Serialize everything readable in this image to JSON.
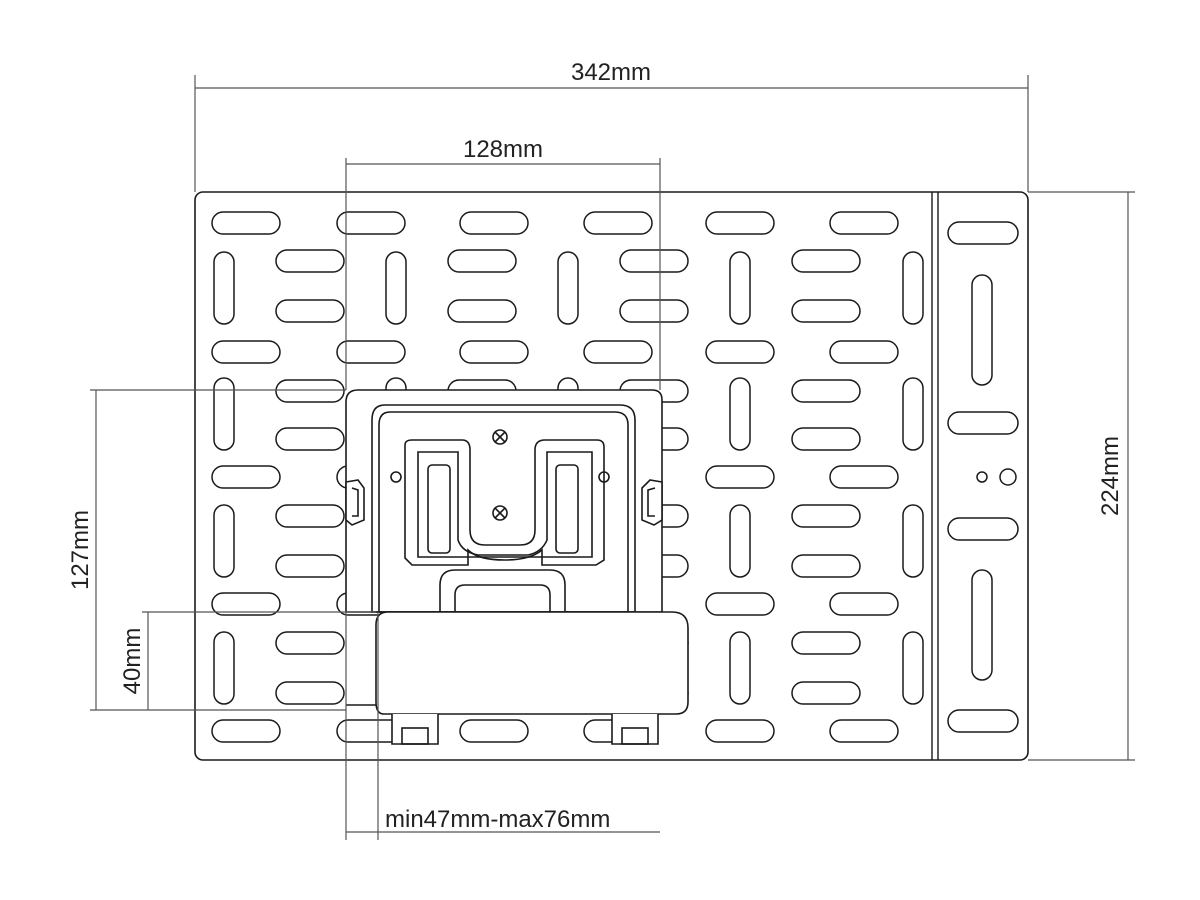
{
  "dimensions": {
    "overall_width": "342mm",
    "hole_spacing_width": "128mm",
    "overall_height": "224mm",
    "bracket_height": "127mm",
    "shelf_height": "40mm",
    "clamp_range": "min47mm-max76mm"
  },
  "colors": {
    "line": "#1a1a1a",
    "dim_line": "#555555",
    "background": "#ffffff"
  }
}
